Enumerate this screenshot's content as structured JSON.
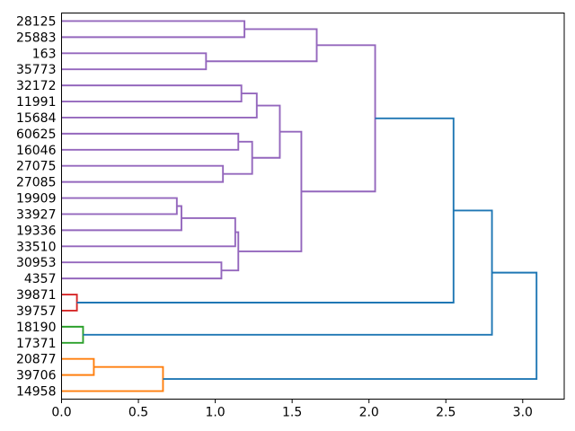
{
  "chart_data": {
    "type": "dendrogram",
    "orientation": "left-leaves-root-right",
    "title": "",
    "xlabel": "",
    "ylabel": "",
    "grid": false,
    "legend": null,
    "xlim": [
      0,
      3.27
    ],
    "x_ticks": [
      0.0,
      0.5,
      1.0,
      1.5,
      2.0,
      2.5,
      3.0
    ],
    "x_tick_labels": [
      "0.0",
      "0.5",
      "1.0",
      "1.5",
      "2.0",
      "2.5",
      "3.0"
    ],
    "leaf_labels": [
      "28125",
      "25883",
      "163",
      "35773",
      "32172",
      "11991",
      "15684",
      "60625",
      "16046",
      "27075",
      "27085",
      "19909",
      "33927",
      "19336",
      "33510",
      "30953",
      "4357",
      "39871",
      "39757",
      "18190",
      "17371",
      "20877",
      "39706",
      "14958"
    ],
    "colors": {
      "purple": "#9467bd",
      "blue": "#1f77b4",
      "red": "#d62728",
      "green": "#2ca02c",
      "orange": "#ff7f0e",
      "axis": "#000000",
      "background": "#ffffff"
    },
    "links": [
      {
        "id": "P1",
        "a": "28125",
        "b": "25883",
        "d": 1.19,
        "c": "purple"
      },
      {
        "id": "P2",
        "a": "163",
        "b": "35773",
        "d": 0.94,
        "c": "purple"
      },
      {
        "id": "P3",
        "a": "P1",
        "b": "P2",
        "d": 1.66,
        "c": "purple"
      },
      {
        "id": "P4",
        "a": "32172",
        "b": "11991",
        "d": 1.17,
        "c": "purple"
      },
      {
        "id": "P5",
        "a": "P4",
        "b": "15684",
        "d": 1.27,
        "c": "purple"
      },
      {
        "id": "P6",
        "a": "60625",
        "b": "16046",
        "d": 1.15,
        "c": "purple"
      },
      {
        "id": "P7",
        "a": "27075",
        "b": "27085",
        "d": 1.05,
        "c": "purple"
      },
      {
        "id": "P8",
        "a": "P6",
        "b": "P7",
        "d": 1.24,
        "c": "purple"
      },
      {
        "id": "P9",
        "a": "P5",
        "b": "P8",
        "d": 1.42,
        "c": "purple"
      },
      {
        "id": "P10",
        "a": "19909",
        "b": "33927",
        "d": 0.75,
        "c": "purple"
      },
      {
        "id": "P11",
        "a": "P10",
        "b": "19336",
        "d": 0.78,
        "c": "purple"
      },
      {
        "id": "P12",
        "a": "P11",
        "b": "33510",
        "d": 1.13,
        "c": "purple"
      },
      {
        "id": "P13",
        "a": "30953",
        "b": "4357",
        "d": 1.04,
        "c": "purple"
      },
      {
        "id": "P14",
        "a": "P12",
        "b": "P13",
        "d": 1.15,
        "c": "purple"
      },
      {
        "id": "P15",
        "a": "P9",
        "b": "P14",
        "d": 1.56,
        "c": "purple"
      },
      {
        "id": "P16",
        "a": "P3",
        "b": "P15",
        "d": 2.04,
        "c": "purple"
      },
      {
        "id": "R1",
        "a": "39871",
        "b": "39757",
        "d": 0.1,
        "c": "red"
      },
      {
        "id": "G1",
        "a": "18190",
        "b": "17371",
        "d": 0.14,
        "c": "green"
      },
      {
        "id": "O1",
        "a": "20877",
        "b": "39706",
        "d": 0.21,
        "c": "orange"
      },
      {
        "id": "O2",
        "a": "O1",
        "b": "14958",
        "d": 0.66,
        "c": "orange"
      },
      {
        "id": "B1",
        "a": "P16",
        "b": "R1",
        "d": 2.55,
        "c": "blue"
      },
      {
        "id": "B2",
        "a": "B1",
        "b": "G1",
        "d": 2.8,
        "c": "blue"
      },
      {
        "id": "B3",
        "a": "B2",
        "b": "O2",
        "d": 3.09,
        "c": "blue"
      }
    ]
  }
}
